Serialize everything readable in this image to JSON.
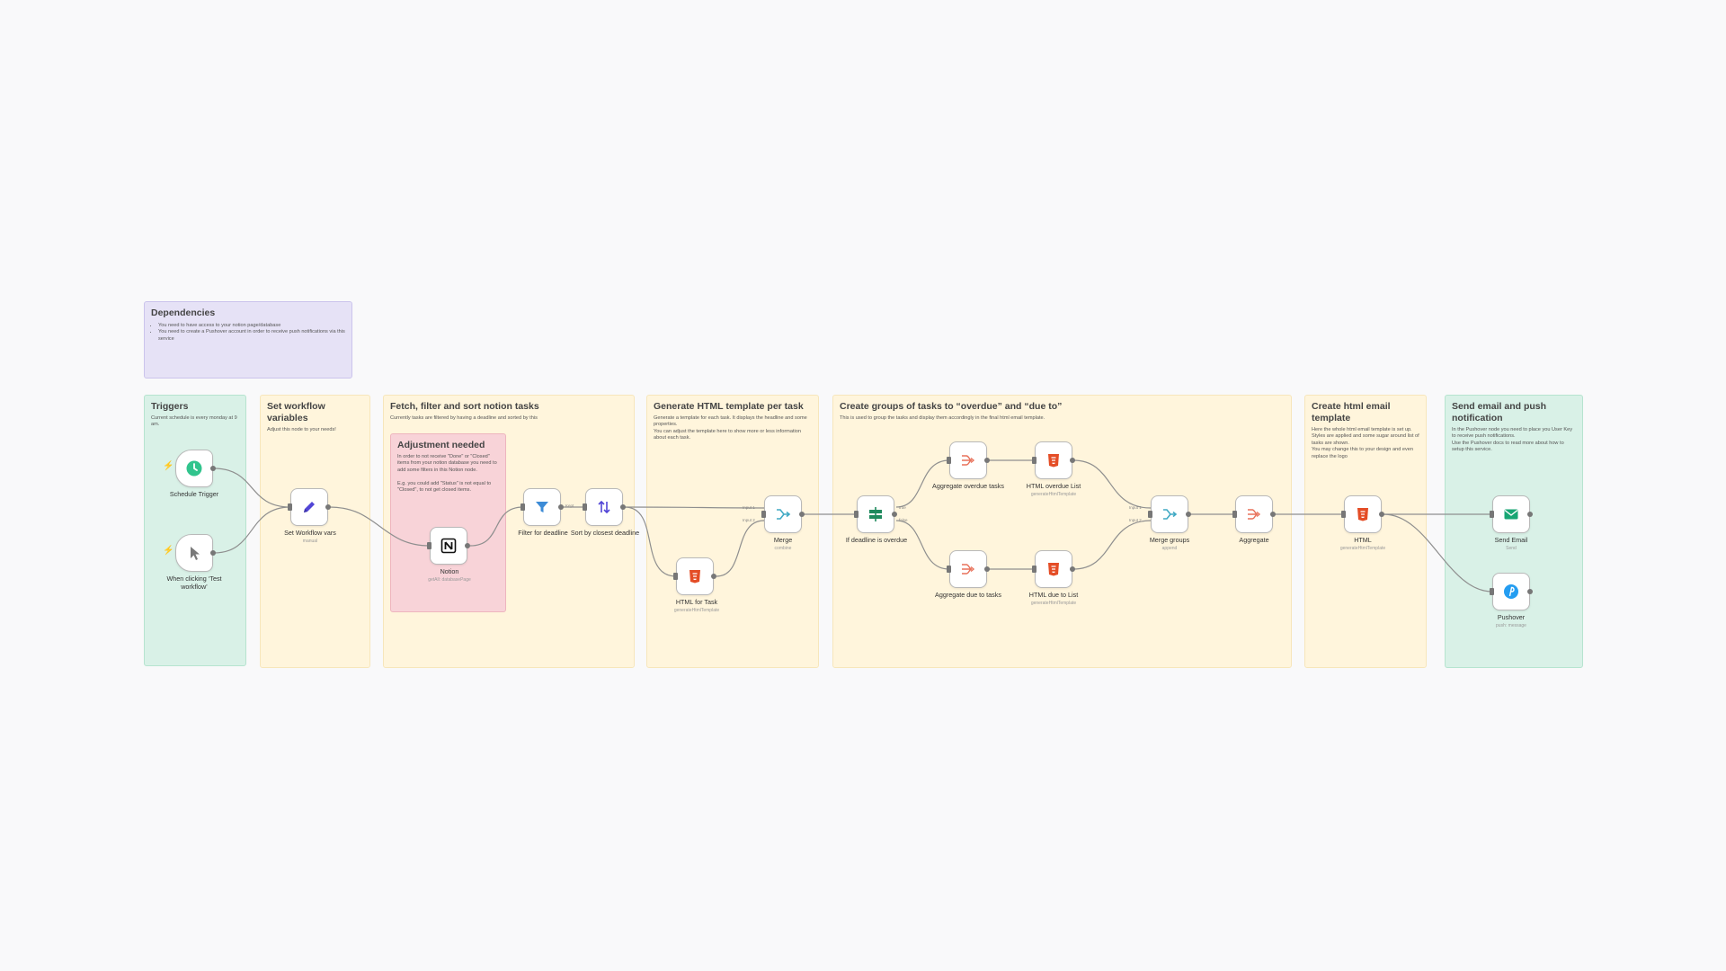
{
  "sticky": {
    "dependencies": {
      "title": "Dependencies",
      "items": [
        "You need to have access to your notion page/database",
        "You need to create a Pushover account in order to receive push notifications via this service"
      ]
    },
    "triggers": {
      "title": "Triggers",
      "text": "Current schedule is every monday at 9 am."
    },
    "set_vars": {
      "title": "Set workflow variables",
      "text": "Adjust this node to your needs!"
    },
    "fetch": {
      "title": "Fetch, filter and sort notion tasks",
      "text": "Currently tasks are filtered by having a deadline and sorted by this"
    },
    "adjustment": {
      "title": "Adjustment needed",
      "text": "In order to not receive \"Done\" or \"Closed\" items from your notion database you need to add some filters in this Notion node.\n\nE.g. you could add \"Status\" is not equal to \"Closed\", to not get closed items."
    },
    "generate_html": {
      "title": "Generate HTML template per task",
      "text": "Generate a template for each task. It displays the headline and some properties.\nYou can adjust the template here to show more or less information about each task."
    },
    "groups": {
      "title": "Create groups of tasks to “overdue” and “due to”",
      "text": "This is used to group the tasks and display them accordingly in the final html email template."
    },
    "email_template": {
      "title": "Create html email template",
      "text": "Here the whole html email template is set up.\nStyles are applied and some sugar around list of tasks are shown.\nYou may change this to your design and even replace the logo"
    },
    "send": {
      "title": "Send email and push notification",
      "text": "In the Pushover node you need to place you User Key to receive push notifications.\nUse the Pushover docs to read more about how to setup this service."
    }
  },
  "nodes": {
    "schedule": {
      "label": "Schedule Trigger",
      "sub": "",
      "icon": "clock-icon"
    },
    "manual": {
      "label": "When clicking ‘Test workflow’",
      "sub": "",
      "icon": "cursor-icon"
    },
    "set_vars": {
      "label": "Set Workflow vars",
      "sub": "manual",
      "icon": "pencil-icon"
    },
    "notion": {
      "label": "Notion",
      "sub": "getAll: databasePage",
      "icon": "notion-icon"
    },
    "filter": {
      "label": "Filter for deadline",
      "sub": "",
      "icon": "filter-icon"
    },
    "sort": {
      "label": "Sort by closest deadline",
      "sub": "",
      "icon": "sort-icon"
    },
    "html_task": {
      "label": "HTML for Task",
      "sub": "generateHtmlTemplate",
      "icon": "html5-icon"
    },
    "merge": {
      "label": "Merge",
      "sub": "combine",
      "icon": "merge-icon"
    },
    "if_overdue": {
      "label": "If deadline is overdue",
      "sub": "",
      "icon": "if-icon"
    },
    "agg_overdue": {
      "label": "Aggregate overdue tasks",
      "sub": "",
      "icon": "aggregate-icon"
    },
    "html_overdue": {
      "label": "HTML overdue List",
      "sub": "generateHtmlTemplate",
      "icon": "html5-icon"
    },
    "agg_due": {
      "label": "Aggregate due to tasks",
      "sub": "",
      "icon": "aggregate-icon"
    },
    "html_due": {
      "label": "HTML due to List",
      "sub": "generateHtmlTemplate",
      "icon": "html5-icon"
    },
    "merge_groups": {
      "label": "Merge groups",
      "sub": "append",
      "icon": "merge-icon"
    },
    "aggregate": {
      "label": "Aggregate",
      "sub": "",
      "icon": "aggregate-icon"
    },
    "html": {
      "label": "HTML",
      "sub": "generateHtmlTemplate",
      "icon": "html5-icon"
    },
    "send_email": {
      "label": "Send Email",
      "sub": "Send",
      "icon": "email-icon"
    },
    "pushover": {
      "label": "Pushover",
      "sub": "push: message",
      "icon": "pushover-icon"
    }
  },
  "edge_labels": {
    "kept": "Kept",
    "input1": "Input 1",
    "input2": "Input 2",
    "true": "true",
    "false": "false",
    "input1b": "Input 1",
    "input2b": "Input 2"
  },
  "colors": {
    "trigger_bolt": "#ff6d5a",
    "port": "#777777",
    "edge": "#8f8f8f"
  }
}
